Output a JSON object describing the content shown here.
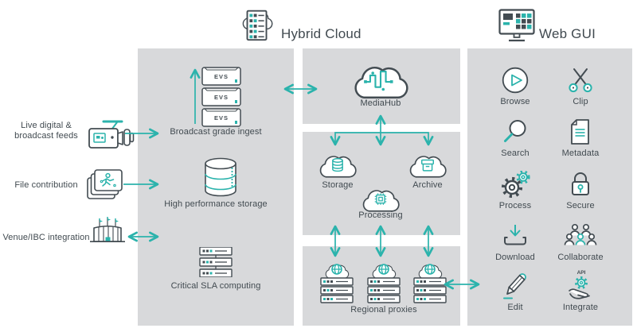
{
  "headers": {
    "hybrid_cloud": "Hybrid Cloud",
    "web_gui": "Web GUI"
  },
  "sources": {
    "live": {
      "line1": "Live digital &",
      "line2": "broadcast feeds",
      "icon": "video-camera-icon"
    },
    "file": {
      "label": "File contribution",
      "icon": "file-stack-icon"
    },
    "venue": {
      "label": "Venue/IBC integration",
      "icon": "stadium-icon"
    }
  },
  "onprem": {
    "ingest": {
      "label": "Broadcast grade ingest",
      "device_brand": "EVS",
      "icon": "evs-server-stack-icon"
    },
    "storage": {
      "label": "High performance storage",
      "icon": "storage-cylinder-icon"
    },
    "compute": {
      "label": "Critical SLA computing",
      "icon": "server-rack-icon"
    }
  },
  "cloud": {
    "mediahub": {
      "label": "MediaHub",
      "icon": "mediahub-cloud-icon"
    },
    "storage": {
      "label": "Storage",
      "icon": "storage-cloud-icon"
    },
    "archive": {
      "label": "Archive",
      "icon": "archive-cloud-icon"
    },
    "processing": {
      "label": "Processing",
      "icon": "processing-cloud-icon"
    },
    "proxies": {
      "label": "Regional proxies",
      "icon": "proxy-server-cloud-icon"
    }
  },
  "webgui": {
    "items": [
      {
        "label": "Browse",
        "icon": "play-circle-icon"
      },
      {
        "label": "Clip",
        "icon": "scissors-icon"
      },
      {
        "label": "Search",
        "icon": "magnifier-icon"
      },
      {
        "label": "Metadata",
        "icon": "document-icon"
      },
      {
        "label": "Process",
        "icon": "gears-icon"
      },
      {
        "label": "Secure",
        "icon": "padlock-icon"
      },
      {
        "label": "Download",
        "icon": "download-tray-icon"
      },
      {
        "label": "Collaborate",
        "icon": "people-group-icon"
      },
      {
        "label": "Edit",
        "icon": "pencil-icon"
      },
      {
        "label": "Integrate",
        "icon": "hand-gear-icon",
        "badge": "API"
      }
    ]
  },
  "colors": {
    "accent": "#2BB3AC",
    "outline": "#434C52",
    "panel_bg": "#D8D9DB",
    "text": "#414A50"
  }
}
